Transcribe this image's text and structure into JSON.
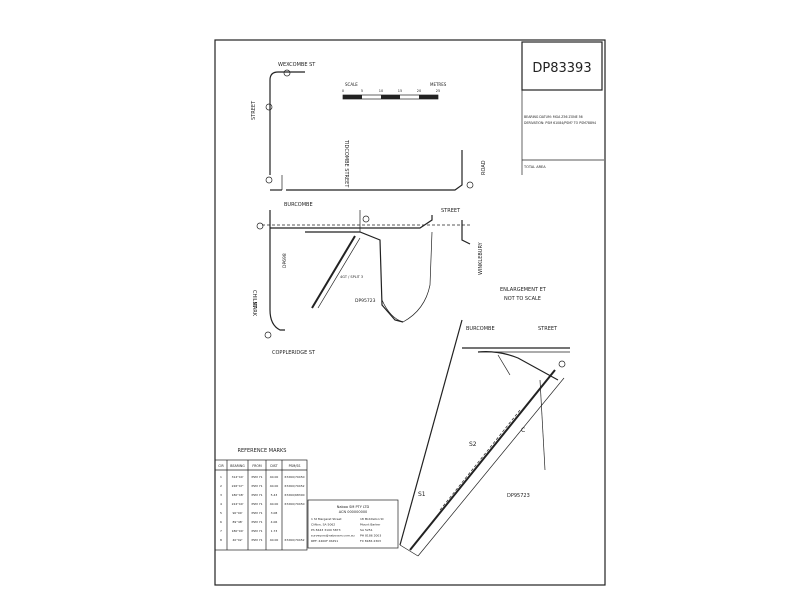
{
  "plan_number": "DP83393",
  "title_block": {
    "bearing_datum": "BEARING DATUM: MGA Z56 ZONE 56",
    "derivation": "DERIVATION: PSM 61084/PSM? TO PSM78894",
    "total_area": "TOTAL AREA"
  },
  "scale_bar": {
    "label": "SCALE",
    "units": "METRES",
    "ticks": [
      "0",
      "5",
      "10",
      "15",
      "20",
      "25"
    ]
  },
  "streets": {
    "wexcombe": "WEXCOMBE ST",
    "street_upper_left": "STREET",
    "tidcombe": "TIDCOMBE STREET",
    "road": "ROAD",
    "burcombe": "BURCOMBE",
    "street_burcombe": "STREET",
    "winkleybury": "WINKLEBURY",
    "chilmark": "CHILMARK",
    "st": "ST",
    "coppleridge": "COPPLERIDGE ST"
  },
  "lot_labels": {
    "dp_left": "DP698",
    "lot_main": "DP95723",
    "lot_centre": "4GT / SPLIT 3"
  },
  "enlargement": {
    "title": "ENLARGEMENT ET",
    "subtitle": "NOT TO SCALE",
    "burcombe": "BURCOMBE",
    "street": "STREET",
    "lot_s2": "S2",
    "lot_s1": "S1",
    "lot_c": "C",
    "dp_label": "DP95723"
  },
  "reference_marks": {
    "title": "REFERENCE MARKS",
    "headers": [
      "CIR",
      "BEARING",
      "FROM",
      "DIST",
      "PSM/SS"
    ],
    "rows": [
      [
        "1",
        "314°40'",
        "PSM 71",
        "40.00",
        "67260/70450"
      ],
      [
        "2",
        "226°47'",
        "PSM 71",
        "40.00",
        "67260/70452"
      ],
      [
        "3",
        "180°48'",
        "PSM 71",
        "5.43",
        "67260/68300"
      ],
      [
        "4",
        "224°40'",
        "PSM 71",
        "40.00",
        "67260/70450"
      ],
      [
        "5",
        "90°00'",
        "PSM 71",
        "3.08",
        ""
      ],
      [
        "6",
        "89°48'",
        "PSM 71",
        "4.06",
        ""
      ],
      [
        "7",
        "180°00'",
        "PSM 71",
        "1.73",
        ""
      ],
      [
        "8",
        "40°02'",
        "PSM 71",
        "40.00",
        "67260/70452"
      ]
    ]
  },
  "surveyor_block": {
    "line1": "Naboo SM PTY LTD",
    "line2": "ACN 000000000",
    "left_lines": [
      "1 St Margaret Street",
      "Clifton, SA 5062",
      "Ph 8443 3100 5873",
      "surveyors@naboosm.com.au",
      "REF: 4400F 4SP11"
    ],
    "right_lines": [
      "18 Middleton St",
      "Mount Barker",
      "SA 5251",
      "PH 8186 2003",
      "FX 8186 2303"
    ]
  }
}
